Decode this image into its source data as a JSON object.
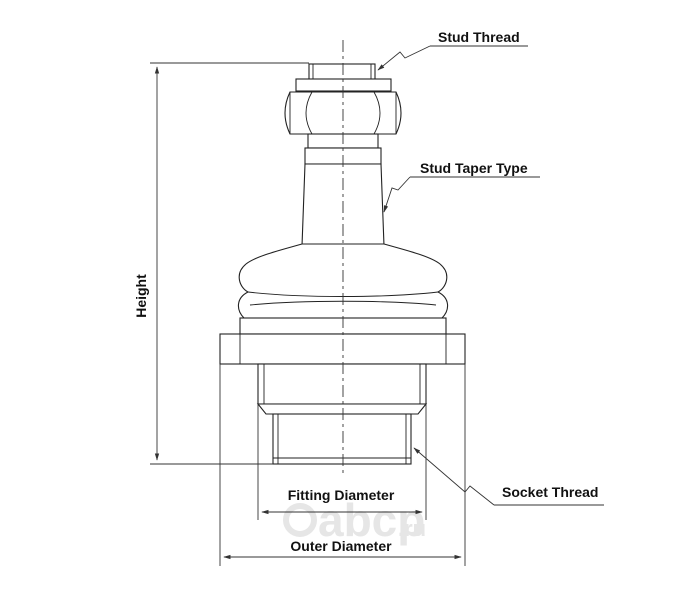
{
  "labels": {
    "stud_thread": "Stud Thread",
    "stud_taper_type": "Stud Taper Type",
    "height": "Height",
    "socket_thread": "Socket Thread",
    "fitting_diameter": "Fitting Diameter",
    "outer_diameter": "Outer Diameter"
  },
  "watermark": {
    "brand": "abcp",
    "tld": ".ru"
  },
  "colors": {
    "line": "#222222",
    "background": "#ffffff",
    "watermark": "#e6e6e6"
  }
}
